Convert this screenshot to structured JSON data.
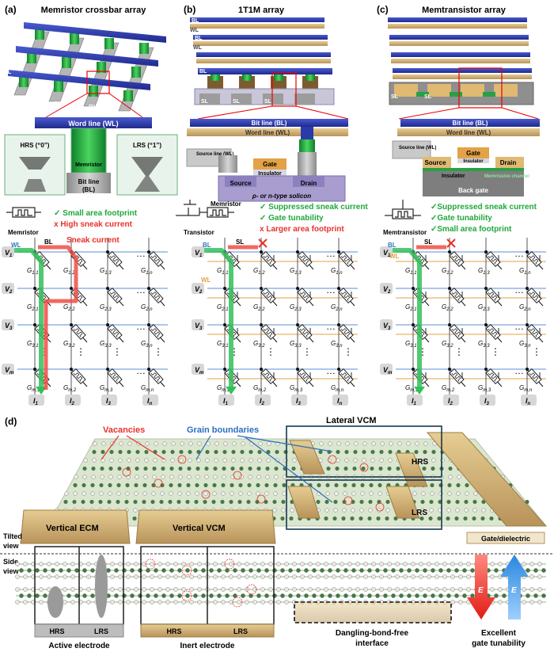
{
  "panels": {
    "a": {
      "label": "(a)",
      "title": "Memristor crossbar array",
      "wl": "WL",
      "bl": "BL",
      "word_line": "Word line (WL)",
      "memristor": "Memristor",
      "bit_line": "Bit line",
      "bit_line2": "(BL)",
      "hrs": "HRS (“0”)",
      "lrs": "LRS (“1”)",
      "symbol_label": "Memristor",
      "pros": [
        "✓ Small area footprint"
      ],
      "cons": [
        "x High sneak current"
      ],
      "sneak": "Sneak current"
    },
    "b": {
      "label": "(b)",
      "title": "1T1M array",
      "bl": "BL",
      "wl": "WL",
      "sl": "SL",
      "bit_line": "Bit line (BL)",
      "word_line": "Word line (WL)",
      "source_line": "Source line (WL)",
      "gate": "Gate",
      "insulator": "Insulator",
      "source": "Source",
      "drain": "Drain",
      "substrate": "ρ- or n-type solicon",
      "transistor": "Transistor",
      "memristor": "Memristor",
      "pros": [
        "✓ Suppressed sneak current",
        "✓ Gate tunability"
      ],
      "cons": [
        "x Larger area footprint"
      ]
    },
    "c": {
      "label": "(c)",
      "title": "Memtransistor array",
      "bl": "BL",
      "wl": "WL",
      "sl": "SL",
      "bit_line": "Bit line (BL)",
      "word_line": "Word line (WL)",
      "source_line": "Source line (WL)",
      "gate": "Gate",
      "insulator": "Insulator",
      "source": "Source",
      "drain": "Drain",
      "channel": "Memrissive channel",
      "back_gate": "Back gate",
      "symbol_label": "Memtransistor",
      "pros": [
        "✓Suppressed sneak current",
        "✓Gate tunability",
        "✓Small area footprint"
      ]
    },
    "d": {
      "label": "(d)",
      "vacancies": "Vacancies",
      "grain_boundaries": "Grain boundaries",
      "lateral_vcm": "Lateral VCM",
      "hrs": "HRS",
      "lrs": "LRS",
      "vertical_ecm": "Vertical ECM",
      "vertical_vcm": "Vertical VCM",
      "gate_dielectric": "Gate/dielectric",
      "tilted_view": [
        "Tilted",
        "view"
      ],
      "side_view": [
        "Side",
        "view"
      ],
      "active_electrode": "Active electrode",
      "inert_electrode": "Inert electrode",
      "dangling": [
        "Dangling-bond-free",
        "interface"
      ],
      "gate_tunability": [
        "Excellent",
        "gate tunability"
      ],
      "field_label": "E"
    }
  },
  "grid": {
    "rows": [
      "V",
      "V",
      "V",
      "V"
    ],
    "row_subs": [
      "1",
      "2",
      "3",
      "m"
    ],
    "cols": [
      "I",
      "I",
      "I",
      "I"
    ],
    "col_subs": [
      "1",
      "2",
      "3",
      "n"
    ],
    "cells": [
      [
        "G1,1",
        "G1,2",
        "G1,3",
        "G1,n"
      ],
      [
        "G2,1",
        "G2,2",
        "G2,3",
        "G2,n"
      ],
      [
        "G3,1",
        "G3,2",
        "G3,3",
        "G3,n"
      ],
      [
        "Gm,1",
        "Gm,2",
        "Gm,3",
        "Gm,n"
      ]
    ],
    "dots": "…",
    "vdots": "⋮"
  },
  "colors": {
    "blue_line": "#2c3aa8",
    "green": "#1fa83a",
    "red": "#e8322c",
    "gold": "#c9a867",
    "wire_blue": "#5b8fd6",
    "wire_orange": "#e3a245"
  }
}
